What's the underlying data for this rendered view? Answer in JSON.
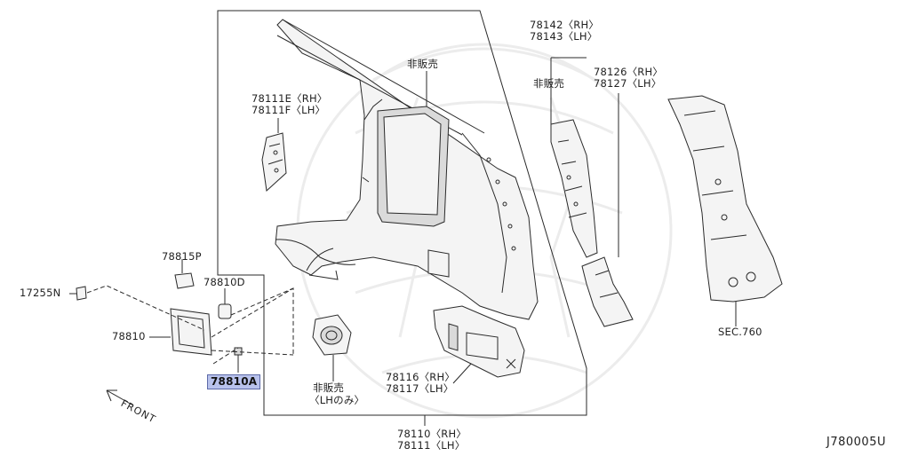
{
  "diagram": {
    "labels": {
      "p78142": "78142〈RH〉",
      "p78143": "78143〈LH〉",
      "notsold_top": "非販売",
      "notsold_right": "非販売",
      "p78126": "78126〈RH〉",
      "p78127": "78127〈LH〉",
      "p78111E": "78111E〈RH〉",
      "p78111F": "78111F〈LH〉",
      "p78815P": "78815P",
      "p78810D": "78810D",
      "p17255N": "17255N",
      "p78810": "78810",
      "p78810A": "78810A",
      "notsold_bottom": "非販売",
      "lh_only": "〈LHのみ〉",
      "p78116": "78116〈RH〉",
      "p78117": "78117〈LH〉",
      "p78110": "78110〈RH〉",
      "p78111": "78111〈LH〉",
      "sec760": "SEC.760",
      "front": "FRONT",
      "diagram_code": "J780005U"
    },
    "highlighted_part": "78810A",
    "highlight_color": "#b8c2ec"
  }
}
